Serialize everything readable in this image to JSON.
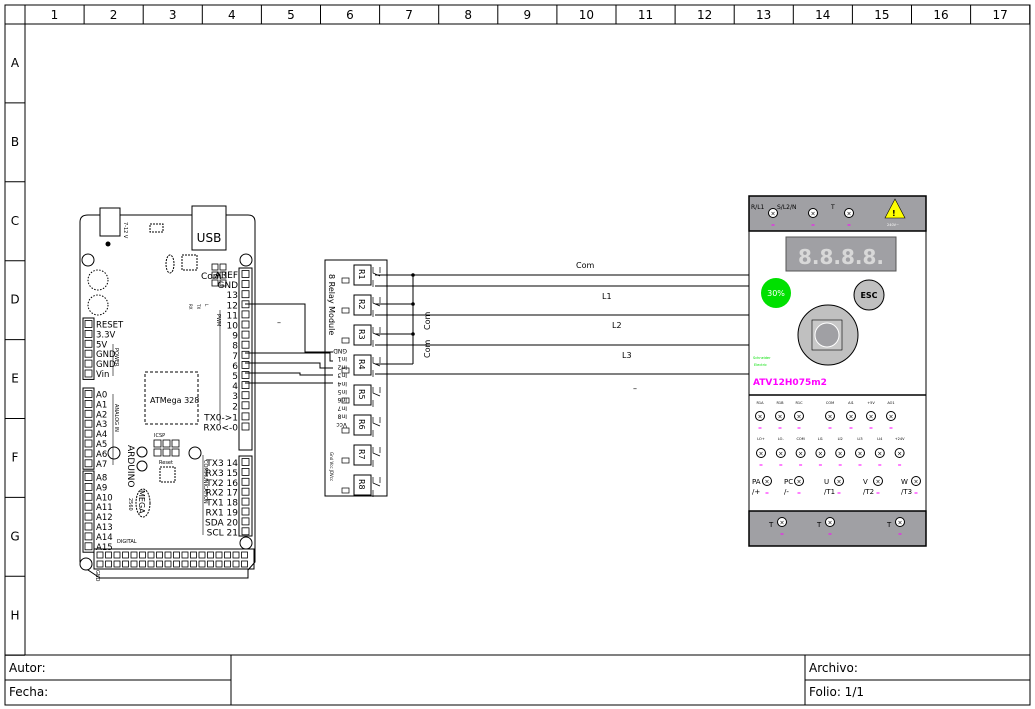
{
  "frame": {
    "columns": [
      "1",
      "2",
      "3",
      "4",
      "5",
      "6",
      "7",
      "8",
      "9",
      "10",
      "11",
      "12",
      "13",
      "14",
      "15",
      "16",
      "17"
    ],
    "rows": [
      "A",
      "B",
      "C",
      "D",
      "E",
      "F",
      "G",
      "H"
    ]
  },
  "title_block": {
    "author_label": "Autor:",
    "date_label": "Fecha:",
    "file_label": "Archivo:",
    "folio_label": "Folio: 1/1"
  },
  "arduino": {
    "usb": "USB",
    "power_jack": "7-12 V",
    "com": "Com",
    "chip": "ATMega 328",
    "icsp": "ICSP",
    "reset": "Reset",
    "name": "ARDUINO",
    "model": "MEGA",
    "model_sub": "2560",
    "power": "POWER",
    "analog": "ANALOG IN",
    "pwm": "PWM",
    "communication": "COMMUNICATION",
    "digital": "DIGITAL",
    "gnd_bottom": "GND",
    "leds": [
      "L",
      "TX",
      "RX"
    ],
    "right_pins": [
      "AREF",
      "GND",
      "13",
      "12",
      "11",
      "10",
      "9",
      "8",
      "7",
      "6",
      "5",
      "4",
      "3",
      "2",
      "TX0->1",
      "RX0<-0"
    ],
    "comm_pins": [
      "TX3 14",
      "RX3 15",
      "TX2 16",
      "RX2 17",
      "TX1 18",
      "RX1 19",
      "SDA 20",
      "SCL 21"
    ],
    "power_pins": [
      "RESET",
      "3.3V",
      "5V",
      "GND",
      "GND",
      "Vin"
    ],
    "analog_pins": [
      "A0",
      "A1",
      "A2",
      "A3",
      "A4",
      "A5",
      "A6",
      "A7"
    ],
    "analog_pins2": [
      "A8",
      "A9",
      "A10",
      "A11",
      "A12",
      "A13",
      "A14",
      "A15"
    ]
  },
  "relay": {
    "title": "8 Relay Module",
    "relays": [
      "R1",
      "R2",
      "R3",
      "R4",
      "R5",
      "R6",
      "R7",
      "R8"
    ],
    "inputs": [
      "GND",
      "In1",
      "In2",
      "In3",
      "In4",
      "In5",
      "In6",
      "In7",
      "In8",
      "Vcc"
    ],
    "com_labels": [
      "Com",
      "Com"
    ],
    "bottom": "Gnd Vcc JDVcc"
  },
  "wires": {
    "labels": [
      "Com",
      "L1",
      "L2",
      "L3",
      "–"
    ],
    "dash": "–"
  },
  "vfd": {
    "display": "8.8.8.8.",
    "speed": "30%",
    "esc": "ESC",
    "model": "ATV12H075m2",
    "brand": [
      "Schneider",
      "Electric"
    ],
    "warning": "240V~",
    "top_terminals": [
      "R/L1",
      "S/L2/N",
      "T"
    ],
    "row1": [
      "R1A",
      "R1B",
      "R1C",
      "COM",
      "AI1",
      "+5V",
      "AO1"
    ],
    "row2": [
      "LO+",
      "LO-",
      "COM",
      "LI1",
      "LI2",
      "LI3",
      "LI4",
      "+24V"
    ],
    "power": [
      "PA",
      "PC",
      "U",
      "V",
      "W"
    ],
    "power_sub": [
      "/+",
      "/-",
      "/T1",
      "/T2",
      "/T3"
    ],
    "ground": [
      "T",
      "T",
      "T"
    ],
    "colors": {
      "accent": "#ff00ff",
      "green": "#00e000",
      "gray": "#a0a0a4"
    }
  }
}
